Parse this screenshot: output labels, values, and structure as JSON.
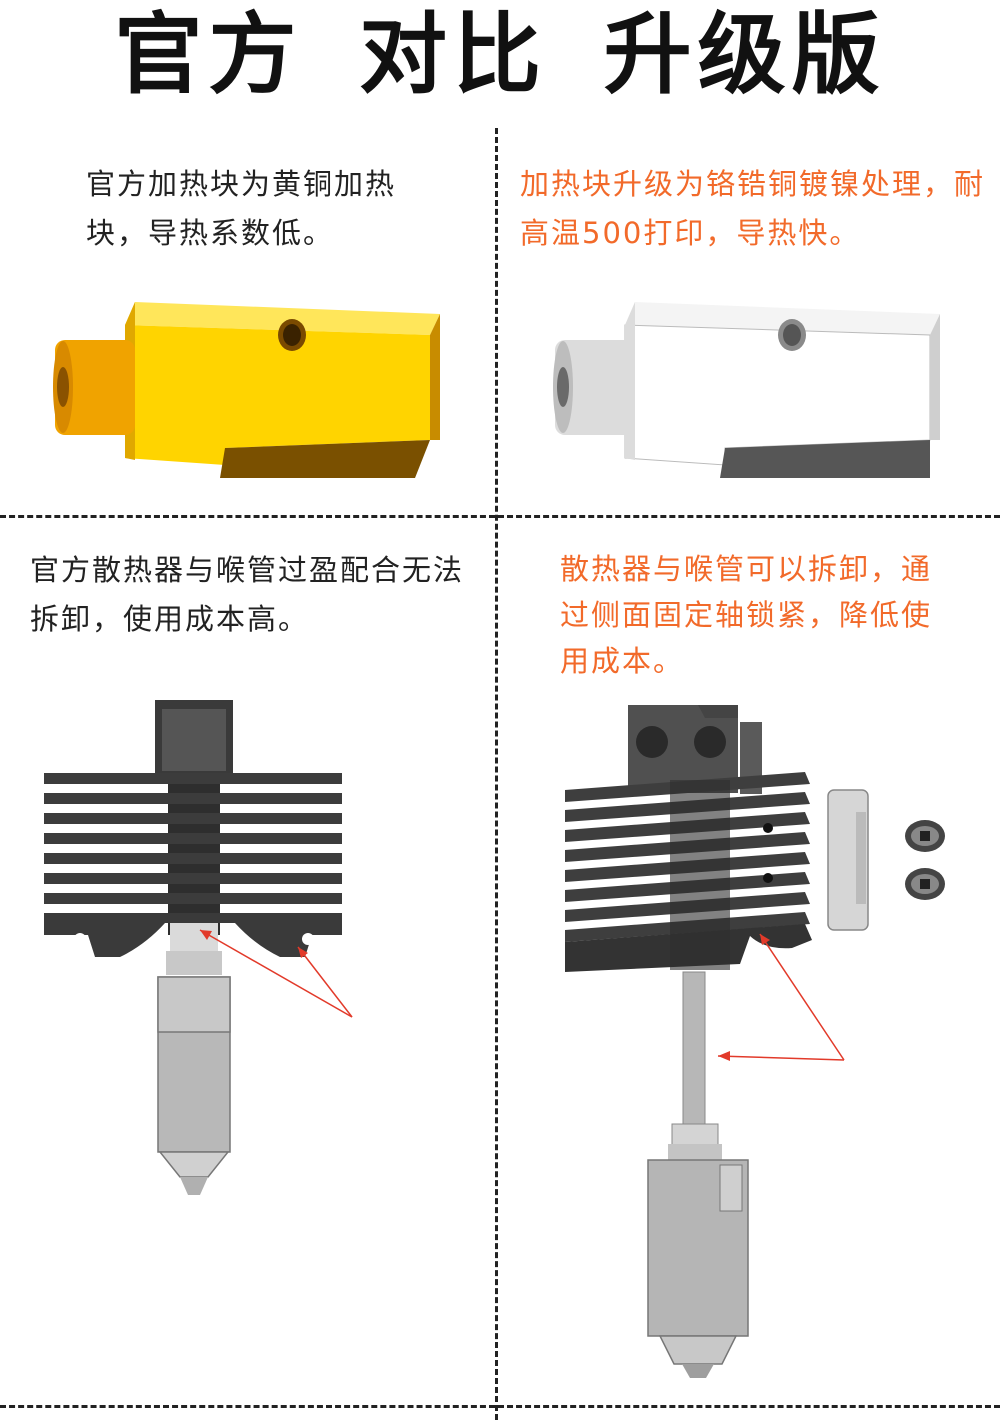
{
  "title": "官方 对比 升级版",
  "colors": {
    "highlight_text": "#f26a2a",
    "body_text": "#222222",
    "brass": "#f5c000",
    "arrow": "#e23a2a"
  },
  "panels": {
    "top_left": {
      "text": "官方加热块为黄铜加热块，导热系数低。"
    },
    "top_right": {
      "text": "加热块升级为铬锆铜镀镍处理，耐高温500打印，导热快。"
    },
    "bottom_left": {
      "text": "官方散热器与喉管过盈配合无法拆卸，使用成本高。"
    },
    "bottom_right": {
      "text": "散热器与喉管可以拆卸，通过侧面固定轴锁紧，降低使用成本。"
    }
  }
}
